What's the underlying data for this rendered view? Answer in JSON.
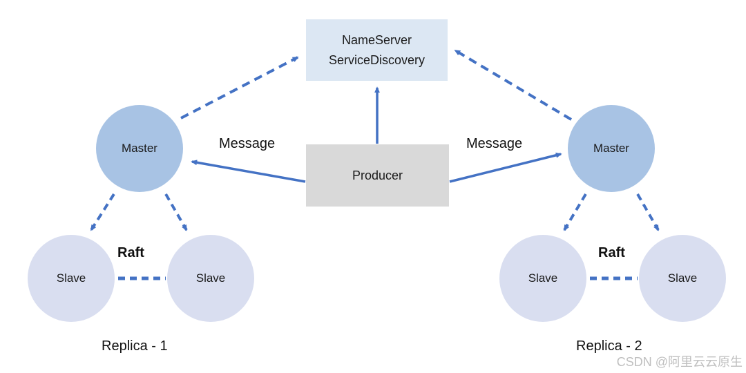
{
  "diagram": {
    "nameserver": {
      "line1": "NameServer",
      "line2": "ServiceDiscovery"
    },
    "producer": {
      "label": "Producer"
    },
    "replica_left": {
      "master_label": "Master",
      "slave1_label": "Slave",
      "slave2_label": "Slave",
      "raft_label": "Raft",
      "caption": "Replica - 1"
    },
    "replica_right": {
      "master_label": "Master",
      "slave1_label": "Slave",
      "slave2_label": "Slave",
      "raft_label": "Raft",
      "caption": "Replica - 2"
    },
    "edge_labels": {
      "message_left": "Message",
      "message_right": "Message"
    },
    "watermark": "CSDN @阿里云云原生",
    "colors": {
      "master_fill": "#a8c3e4",
      "slave_fill": "#d9def0",
      "nameserver_fill": "#dce7f3",
      "producer_fill": "#d9d9d9",
      "arrow": "#4472c4",
      "watermark_text": "#bfbfbf"
    }
  }
}
